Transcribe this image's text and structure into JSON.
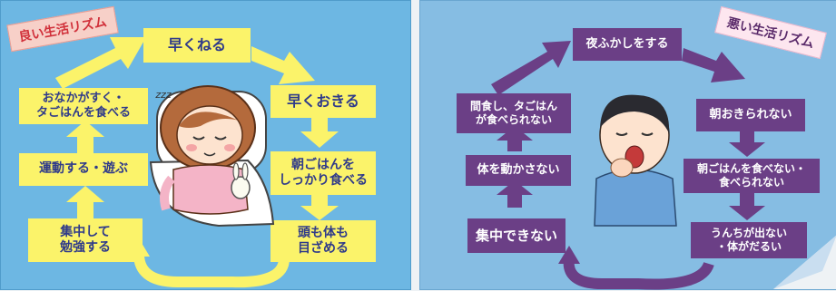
{
  "good": {
    "title": "良い生活リズム",
    "steps": {
      "sleep_early": "早くねる",
      "wake_early": "早くおきる",
      "breakfast": "朝ごはんを\nしっかり食べる",
      "awake": "頭も体も\n目ざめる",
      "study": "集中して\n勉強する",
      "exercise": "運動する・遊ぶ",
      "hungry": "おなかがすく・\nタごはんを食べる"
    },
    "illustration": "sleeping-girl",
    "sleep_text": "zzz"
  },
  "bad": {
    "title": "悪い生活リズム",
    "steps": {
      "stay_up": "夜ふかしをする",
      "cant_wake": "朝おきられない",
      "no_breakfast": "朝ごはんを食べない・\n食べられない",
      "constipated": "うんちが出ない\n・体がだるい",
      "cant_focus": "集中できない",
      "no_exercise": "体を動かさない",
      "snacking": "間食し、タごはん\nが食べられない"
    },
    "illustration": "yawning-boy"
  },
  "colors": {
    "good_bg": "#6db7e3",
    "bad_bg": "#86bde3",
    "yellow": "#fbf36a",
    "purple": "#6b3f86",
    "good_title": "#d1303a",
    "bad_title": "#5a2a6a"
  }
}
